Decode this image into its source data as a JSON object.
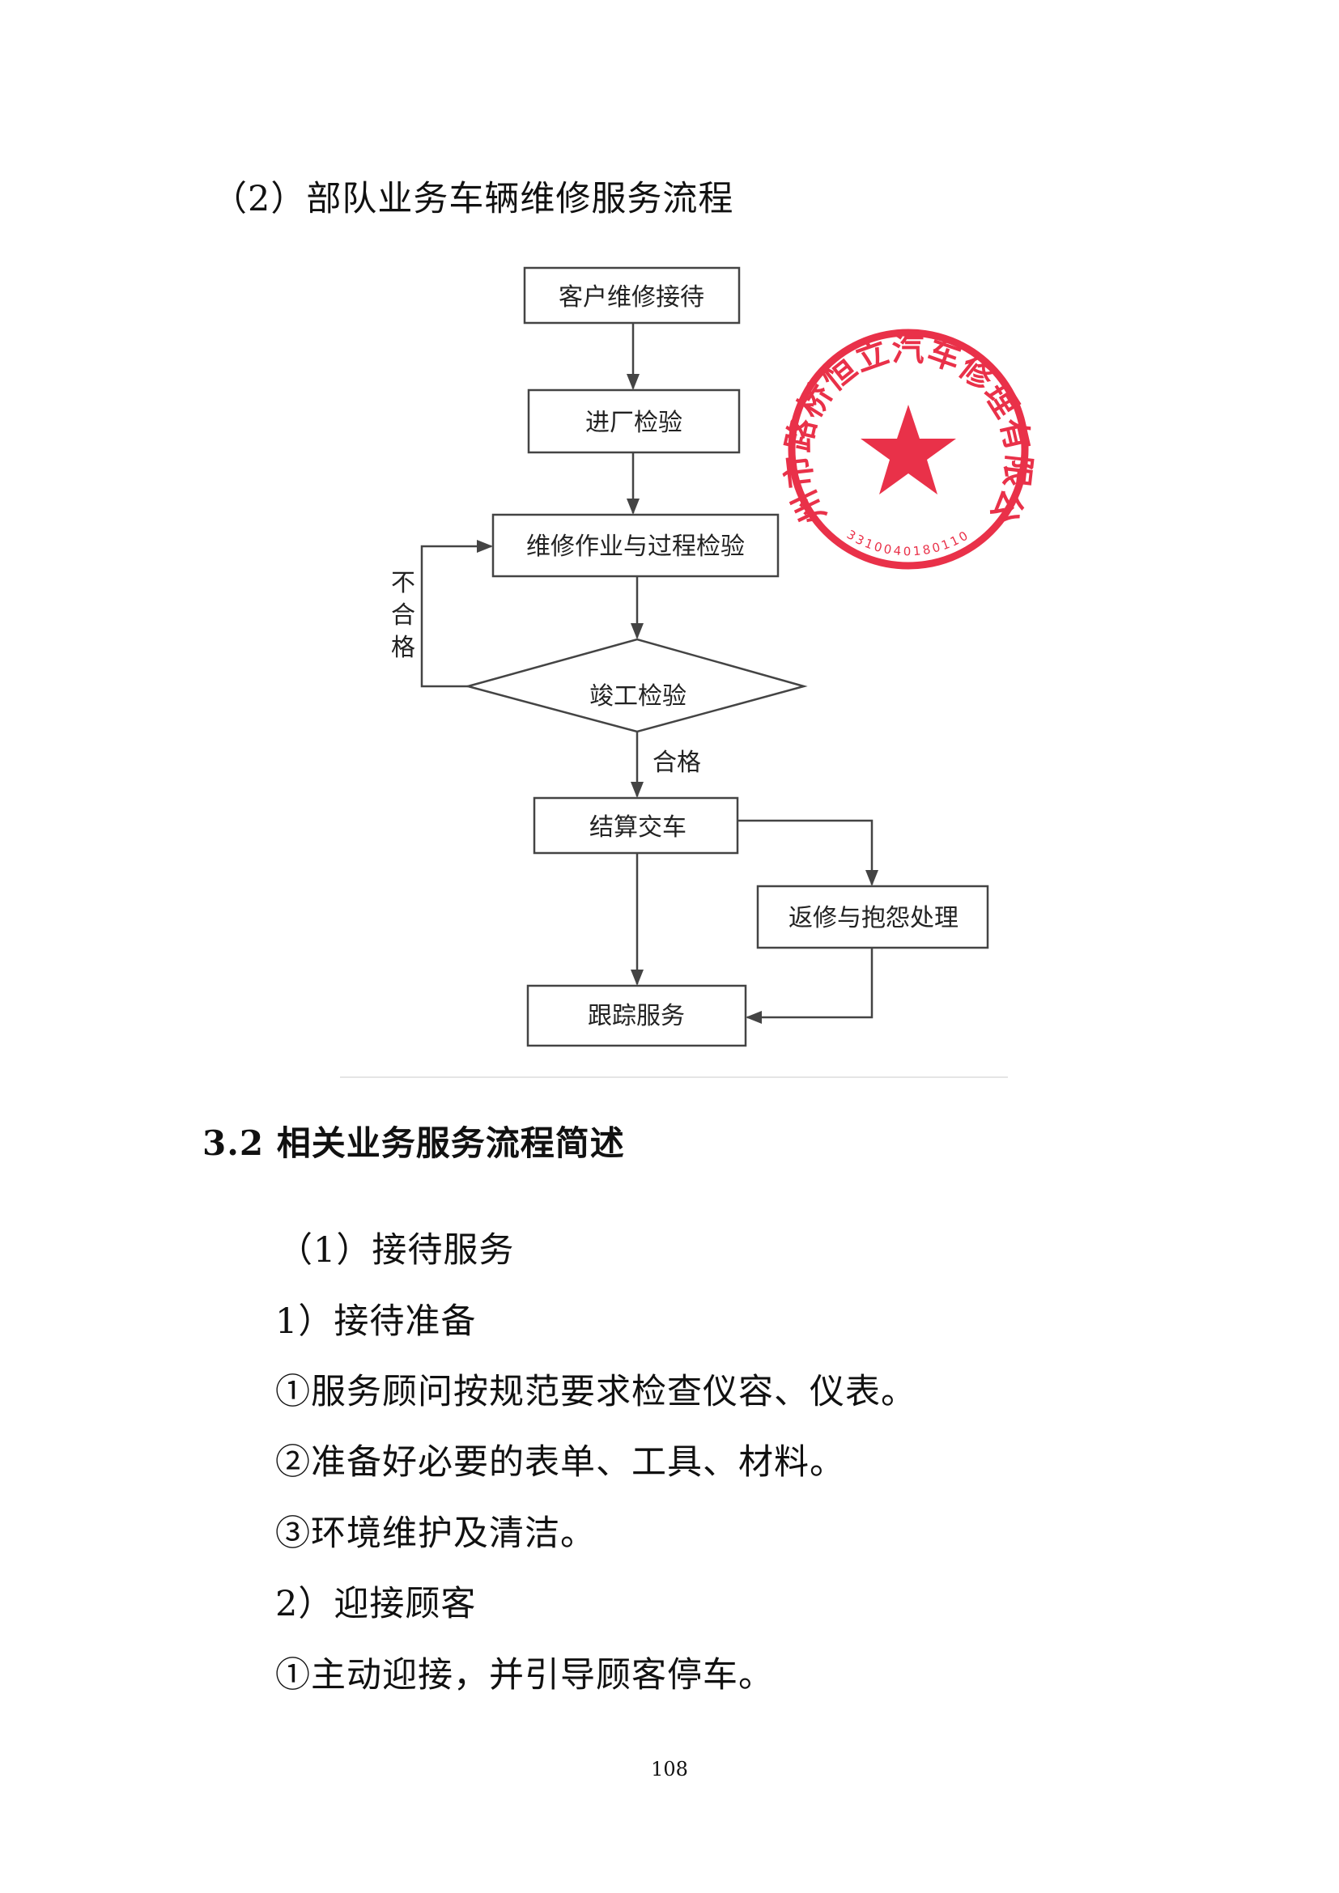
{
  "page_title": "（2）部队业务车辆维修服务流程",
  "flowchart": {
    "nodes": {
      "reception": "客户维修接待",
      "entry_inspection": "进厂检验",
      "repair_process": "维修作业与过程检验",
      "completion_inspection": "竣工检验",
      "settlement": "结算交车",
      "rework": "返修与抱怨处理",
      "follow_up": "跟踪服务"
    },
    "labels": {
      "fail": [
        "不",
        "合",
        "格"
      ],
      "pass": "合格"
    }
  },
  "seal": {
    "company_text": "台州市路桥恒立汽车修理有限公司",
    "code": "3310040180110",
    "color": "#e8203a"
  },
  "section": {
    "heading": "3.2 相关业务服务流程简述",
    "paragraphs": [
      "（1）接待服务",
      "1）接待准备",
      "①服务顾问按规范要求检查仪容、仪表。",
      "②准备好必要的表单、工具、材料。",
      "③环境维护及清洁。",
      "2）迎接顾客",
      "①主动迎接，并引导顾客停车。"
    ]
  },
  "page_number": "108"
}
